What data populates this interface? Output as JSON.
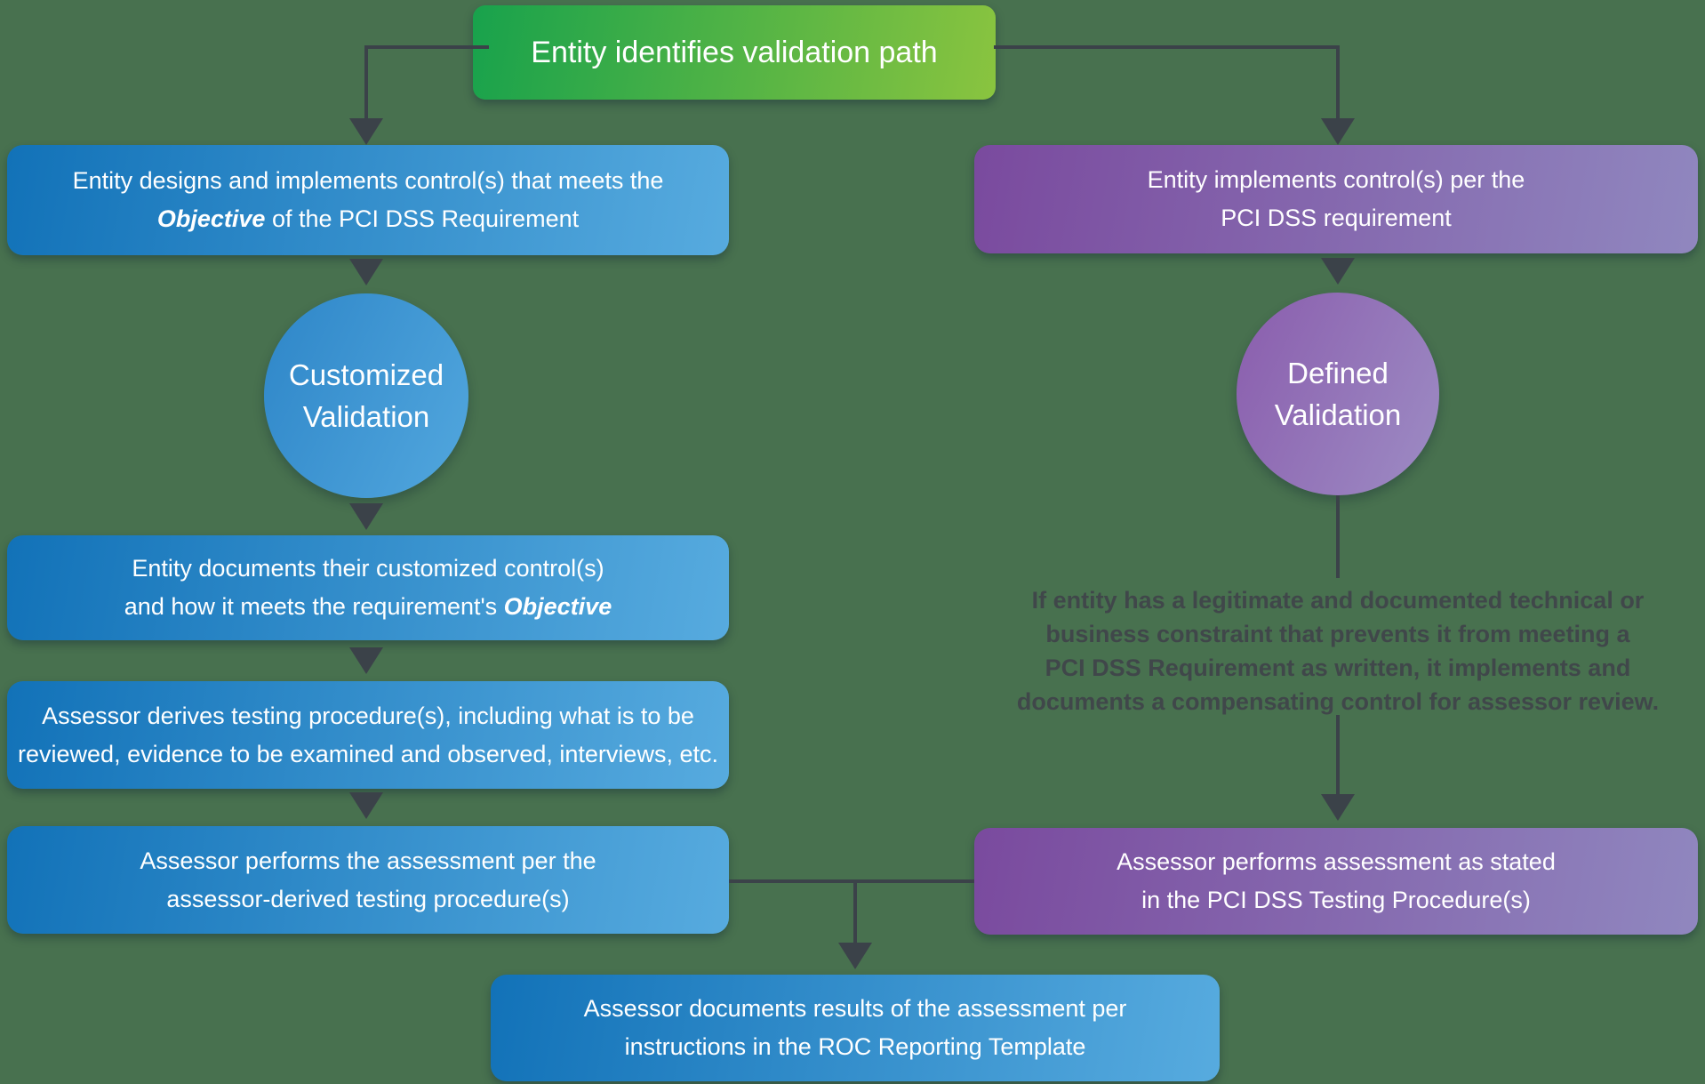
{
  "colors": {
    "background": "#48714F",
    "connector": "#3B4249",
    "green_start": "#18A24C",
    "green_end": "#8AC43F",
    "blue_start": "#1272B8",
    "blue_end": "#57ABDF",
    "blue_circle_start": "#2E86C8",
    "blue_circle_end": "#52A7DE",
    "purple_start": "#7A4A9E",
    "purple_end": "#9087BF",
    "purple_circle_start": "#8A5DAD",
    "purple_circle_end": "#9D8CC4",
    "note_text": "#40474A",
    "text_light": "#FFFFFF"
  },
  "top_box": {
    "label": "Entity identifies validation path"
  },
  "left_path": {
    "box1": {
      "line1": "Entity designs and implements control(s) that meets the",
      "line2_emphasis": "Objective",
      "line2_rest": " of the PCI DSS Requirement"
    },
    "circle": {
      "line1": "Customized",
      "line2": "Validation"
    },
    "box2": {
      "line1": "Entity documents their customized control(s)",
      "line2_rest": "and how it meets the requirement's ",
      "line2_emphasis": "Objective"
    },
    "box3": {
      "line1": "Assessor derives testing procedure(s), including what is to be",
      "line2": "reviewed, evidence to be examined and observed, interviews, etc."
    },
    "box4": {
      "line1": "Assessor performs the assessment per the",
      "line2": "assessor-derived testing procedure(s)"
    }
  },
  "right_path": {
    "box1": {
      "line1": "Entity implements control(s) per the",
      "line2": "PCI DSS requirement"
    },
    "circle": {
      "line1": "Defined",
      "line2": "Validation"
    },
    "note": {
      "line1": "If entity has a legitimate and documented technical or",
      "line2": "business constraint that prevents it from meeting a",
      "line3": "PCI DSS Requirement as written, it implements and",
      "line4": "documents a compensating control for assessor review."
    },
    "box2": {
      "line1": "Assessor performs assessment as stated",
      "line2": "in the PCI DSS Testing Procedure(s)"
    }
  },
  "bottom_box": {
    "line1": "Assessor documents results of the assessment per",
    "line2": "instructions in the ROC Reporting Template"
  }
}
